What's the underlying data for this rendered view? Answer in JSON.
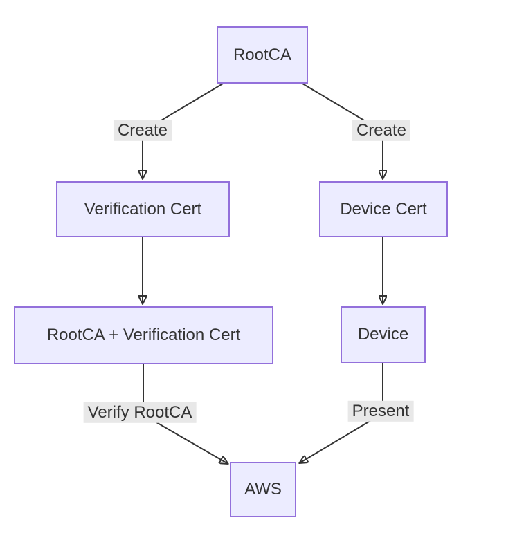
{
  "diagram": {
    "type": "flowchart",
    "direction": "top-down",
    "nodes": [
      {
        "id": "rootca",
        "label": "RootCA"
      },
      {
        "id": "verification-cert",
        "label": "Verification Cert"
      },
      {
        "id": "device-cert",
        "label": "Device Cert"
      },
      {
        "id": "rootca-plus-verification-cert",
        "label": "RootCA + Verification Cert"
      },
      {
        "id": "device",
        "label": "Device"
      },
      {
        "id": "aws",
        "label": "AWS"
      }
    ],
    "edges": [
      {
        "from": "RootCA",
        "to": "Verification Cert",
        "label": "Create"
      },
      {
        "from": "RootCA",
        "to": "Device Cert",
        "label": "Create"
      },
      {
        "from": "Verification Cert",
        "to": "RootCA + Verification Cert",
        "label": ""
      },
      {
        "from": "Device Cert",
        "to": "Device",
        "label": ""
      },
      {
        "from": "RootCA + Verification Cert",
        "to": "AWS",
        "label": "Verify RootCA"
      },
      {
        "from": "Device",
        "to": "AWS",
        "label": "Present"
      }
    ],
    "colors": {
      "node_fill": "#ECECFF",
      "node_border": "#9370DB",
      "edge_line": "#333333",
      "arrowhead": "#333333",
      "text": "#333333",
      "edge_label_bg": "#e8e8e8",
      "background": "#ffffff"
    }
  }
}
